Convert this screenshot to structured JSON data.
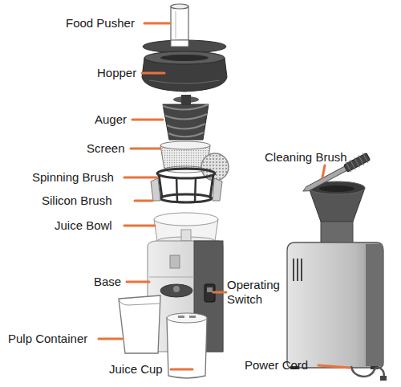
{
  "diagram": {
    "labels": [
      "Food Pusher",
      "Hopper",
      "Auger",
      "Screen",
      "Spinning Brush",
      "Silicon Brush",
      "Juice Bowl",
      "Cleaning Brush",
      "Base",
      "Operating Switch",
      "Pulp Container",
      "Juice Cup",
      "Power Cord"
    ]
  }
}
